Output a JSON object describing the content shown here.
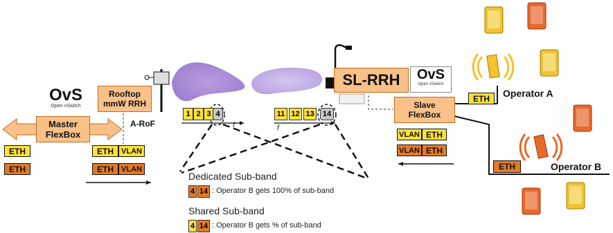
{
  "ovs": {
    "logo": "OvS",
    "caption": "Open vSwitch"
  },
  "master_flexbox": {
    "label_line1": "Master",
    "label_line2": "FlexBox"
  },
  "rooftop_rrh": {
    "label_line1": "Rooftop",
    "label_line2": "mmW RRH"
  },
  "aroF_label": "A-RoF",
  "sl_rrh": {
    "label": "SL-RRH"
  },
  "slave_flexbox": {
    "label_line1": "Slave",
    "label_line2": "FlexBox"
  },
  "eth_label": "ETH",
  "vlan_label": "VLAN",
  "left_chips": [
    "1",
    "2",
    "3",
    "4"
  ],
  "right_chips": [
    "11",
    "12",
    "13",
    "14"
  ],
  "freq_label": "f",
  "operator_a": "Operator A",
  "operator_b": "Operator B",
  "legend": {
    "dedicated_title": "Dedicated Sub-band",
    "dedicated_chips": [
      "4",
      "14"
    ],
    "dedicated_text": ": Operator B gets 100% of sub-band",
    "shared_title": "Shared Sub-band",
    "shared_chips": [
      "4",
      "14"
    ],
    "shared_text": ": Operator B gets % of sub-band"
  },
  "colors": {
    "orange_box": "#f8c18a",
    "eth_yellow": "#ffe13a",
    "eth_orange": "#e67925",
    "beam_purple": "#a98bd6",
    "phone_yellow": "#f2c230",
    "phone_orange": "#e8692a",
    "ovs_green": "#2fb34a"
  }
}
